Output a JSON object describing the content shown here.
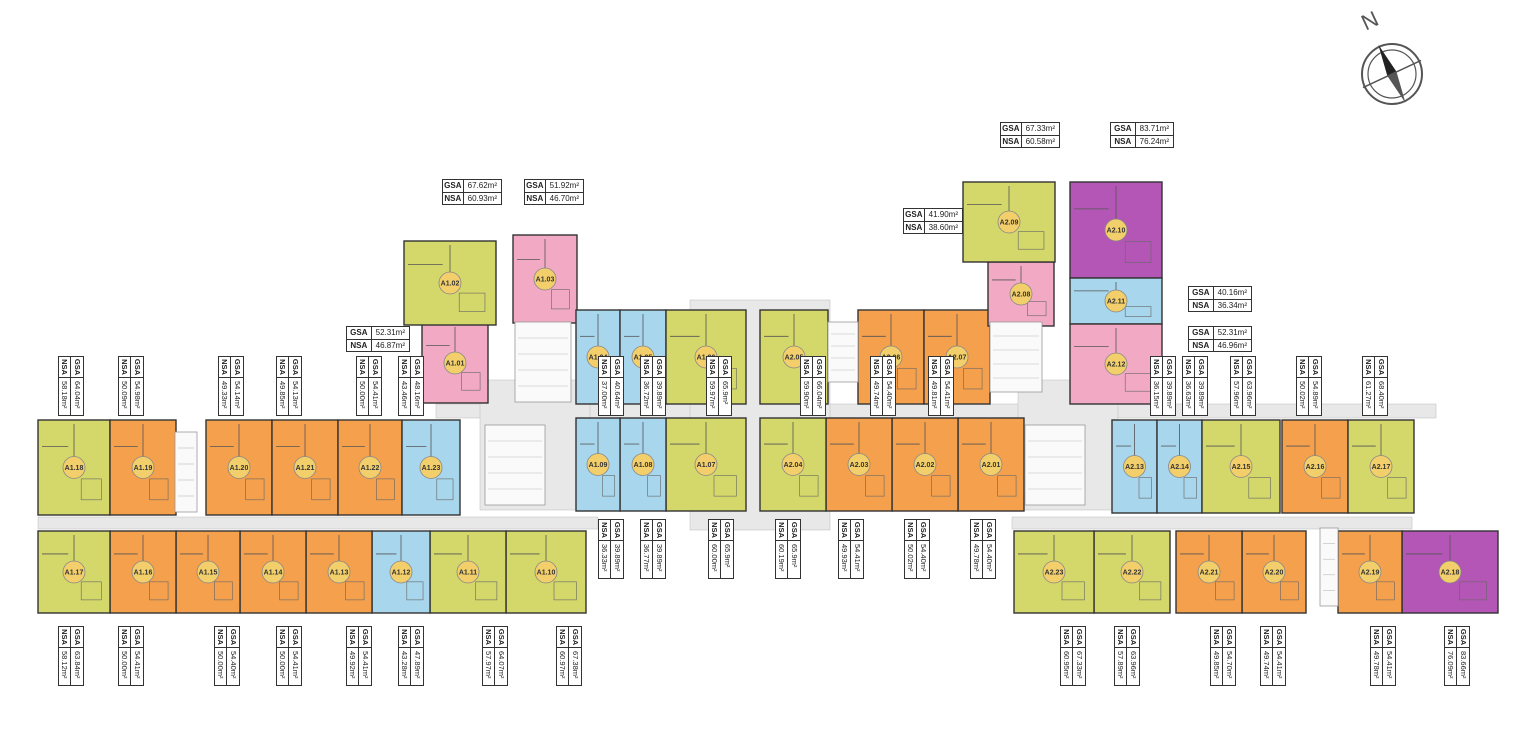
{
  "colors": {
    "yellow": "#d4d86a",
    "orange": "#f5a04c",
    "blue": "#a8d6ec",
    "pink": "#f2a9c4",
    "purple": "#b456b6",
    "badge": "#f2cf6a",
    "corridor": "#e8e8e8"
  },
  "compass": {
    "north_label": "N"
  },
  "units": [
    {
      "id": "A1.01",
      "color": "pink"
    },
    {
      "id": "A1.02",
      "color": "yellow"
    },
    {
      "id": "A1.03",
      "color": "pink"
    },
    {
      "id": "A1.04",
      "color": "blue"
    },
    {
      "id": "A1.05",
      "color": "blue"
    },
    {
      "id": "A1.06",
      "color": "yellow"
    },
    {
      "id": "A1.07",
      "color": "yellow"
    },
    {
      "id": "A1.08",
      "color": "blue"
    },
    {
      "id": "A1.09",
      "color": "blue"
    },
    {
      "id": "A1.10",
      "color": "yellow"
    },
    {
      "id": "A1.11",
      "color": "yellow"
    },
    {
      "id": "A1.12",
      "color": "blue"
    },
    {
      "id": "A1.13",
      "color": "orange"
    },
    {
      "id": "A1.14",
      "color": "orange"
    },
    {
      "id": "A1.15",
      "color": "orange"
    },
    {
      "id": "A1.16",
      "color": "orange"
    },
    {
      "id": "A1.17",
      "color": "yellow"
    },
    {
      "id": "A1.18",
      "color": "yellow"
    },
    {
      "id": "A1.19",
      "color": "orange"
    },
    {
      "id": "A1.20",
      "color": "orange"
    },
    {
      "id": "A1.21",
      "color": "orange"
    },
    {
      "id": "A1.22",
      "color": "orange"
    },
    {
      "id": "A1.23",
      "color": "blue"
    },
    {
      "id": "A2.01",
      "color": "orange"
    },
    {
      "id": "A2.02",
      "color": "orange"
    },
    {
      "id": "A2.03",
      "color": "orange"
    },
    {
      "id": "A2.04",
      "color": "yellow"
    },
    {
      "id": "A2.05",
      "color": "yellow"
    },
    {
      "id": "A2.06",
      "color": "orange"
    },
    {
      "id": "A2.07",
      "color": "orange"
    },
    {
      "id": "A2.08",
      "color": "pink"
    },
    {
      "id": "A2.09",
      "color": "yellow"
    },
    {
      "id": "A2.10",
      "color": "purple"
    },
    {
      "id": "A2.11",
      "color": "blue"
    },
    {
      "id": "A2.12",
      "color": "pink"
    },
    {
      "id": "A2.13",
      "color": "blue"
    },
    {
      "id": "A2.14",
      "color": "blue"
    },
    {
      "id": "A2.15",
      "color": "yellow"
    },
    {
      "id": "A2.16",
      "color": "orange"
    },
    {
      "id": "A2.17",
      "color": "yellow"
    },
    {
      "id": "A2.18",
      "color": "purple"
    },
    {
      "id": "A2.19",
      "color": "orange"
    },
    {
      "id": "A2.20",
      "color": "orange"
    },
    {
      "id": "A2.21",
      "color": "orange"
    },
    {
      "id": "A2.22",
      "color": "yellow"
    },
    {
      "id": "A2.23",
      "color": "yellow"
    }
  ],
  "area_labels": {
    "h": [
      {
        "gsa": "67.62m²",
        "nsa": "60.93m²"
      },
      {
        "gsa": "51.92m²",
        "nsa": "46.70m²"
      },
      {
        "gsa": "52.31m²",
        "nsa": "46.87m²"
      },
      {
        "gsa": "41.90m²",
        "nsa": "38.60m²"
      },
      {
        "gsa": "67.33m²",
        "nsa": "60.58m²"
      },
      {
        "gsa": "83.71m²",
        "nsa": "76.24m²"
      },
      {
        "gsa": "40.16m²",
        "nsa": "36.34m²"
      },
      {
        "gsa": "52.31m²",
        "nsa": "46.96m²"
      }
    ],
    "v_top": [
      {
        "gsa": "64.04m²",
        "nsa": "58.18m²"
      },
      {
        "gsa": "54.98m²",
        "nsa": "50.09m²"
      },
      {
        "gsa": "54.14m²",
        "nsa": "49.33m²"
      },
      {
        "gsa": "54.13m²",
        "nsa": "49.85m²"
      },
      {
        "gsa": "54.41m²",
        "nsa": "50.00m²"
      },
      {
        "gsa": "48.16m²",
        "nsa": "43.46m²"
      },
      {
        "gsa": "40.64m²",
        "nsa": "37.00m²"
      },
      {
        "gsa": "39.89m²",
        "nsa": "36.72m²"
      },
      {
        "gsa": "65.9m²",
        "nsa": "59.97m²"
      },
      {
        "gsa": "66.04m²",
        "nsa": "59.90m²"
      },
      {
        "gsa": "54.40m²",
        "nsa": "49.74m²"
      },
      {
        "gsa": "54.41m²",
        "nsa": "49.81m²"
      },
      {
        "gsa": "39.89m²",
        "nsa": "36.15m²"
      },
      {
        "gsa": "39.89m²",
        "nsa": "36.63m²"
      },
      {
        "gsa": "63.96m²",
        "nsa": "57.96m²"
      },
      {
        "gsa": "54.89m²",
        "nsa": "50.02m²"
      },
      {
        "gsa": "68.40m²",
        "nsa": "61.27m²"
      }
    ],
    "v_mid": [
      {
        "gsa": "39.89m²",
        "nsa": "36.33m²"
      },
      {
        "gsa": "39.89m²",
        "nsa": "36.77m²"
      },
      {
        "gsa": "65.9m²",
        "nsa": "60.00m²"
      },
      {
        "gsa": "65.9m²",
        "nsa": "60.19m²"
      },
      {
        "gsa": "54.41m²",
        "nsa": "49.93m²"
      },
      {
        "gsa": "54.40m²",
        "nsa": "50.02m²"
      },
      {
        "gsa": "54.40m²",
        "nsa": "49.78m²"
      }
    ],
    "v_bottom": [
      {
        "gsa": "63.84m²",
        "nsa": "58.12m²"
      },
      {
        "gsa": "54.41m²",
        "nsa": "50.00m²"
      },
      {
        "gsa": "54.40m²",
        "nsa": "50.00m²"
      },
      {
        "gsa": "54.41m²",
        "nsa": "50.00m²"
      },
      {
        "gsa": "54.41m²",
        "nsa": "49.92m²"
      },
      {
        "gsa": "47.89m²",
        "nsa": "43.28m²"
      },
      {
        "gsa": "64.07m²",
        "nsa": "57.97m²"
      },
      {
        "gsa": "67.38m²",
        "nsa": "60.97m²"
      },
      {
        "gsa": "67.33m²",
        "nsa": "60.95m²"
      },
      {
        "gsa": "63.96m²",
        "nsa": "57.89m²"
      },
      {
        "gsa": "54.70m²",
        "nsa": "49.85m²"
      },
      {
        "gsa": "54.41m²",
        "nsa": "49.74m²"
      },
      {
        "gsa": "54.41m²",
        "nsa": "49.78m²"
      },
      {
        "gsa": "83.66m²",
        "nsa": "76.09m²"
      }
    ]
  },
  "keys": {
    "gsa": "GSA",
    "nsa": "NSA"
  }
}
